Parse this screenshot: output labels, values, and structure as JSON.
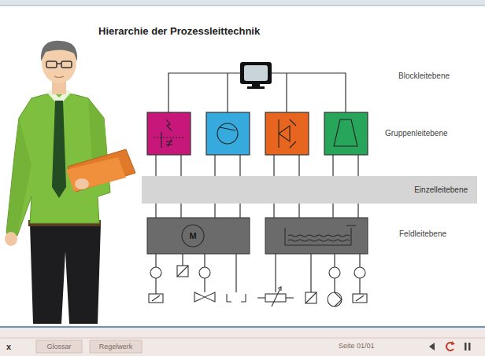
{
  "diagram": {
    "title": "Hierarchie der Prozessleittechnik",
    "nodes": [
      {
        "text": [
          "Einzelleitebene"
        ]
      }
    ],
    "labels": [
      "Blockleitebene",
      "Gruppenleitebene",
      "Feldleitebene",
      "M",
      "x",
      "Glossar",
      "Regelwerk",
      "Seite 01/01"
    ]
  }
}
